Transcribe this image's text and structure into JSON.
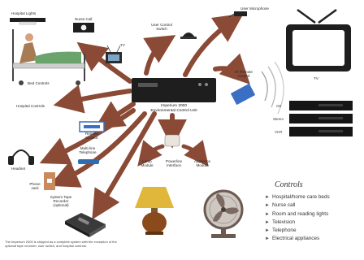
{
  "hub": {
    "title": "Imperium 2000",
    "subtitle": "Environmental Control Unit"
  },
  "labels": {
    "hospital_lights": "Hospital Lights",
    "nurse_call": "Nurse Call",
    "tv": "TV",
    "bed_controls": "Bed Controls",
    "hospital_controls": "Hospital Controls",
    "user_control_switch": "User Control Switch",
    "user_microphone": "User Microphone",
    "ir_remote": "IR Remote Control",
    "tv_large": "TV",
    "remote_monitor": "Remote Monitor",
    "headset": "Headset",
    "multiline_telephone": "Multi-line Telephone",
    "phone_jack": "Phone Jack",
    "system_tape_recorder": "System Tape Recorder (optional)",
    "lamp_module": "Lamp Module",
    "powerline_interface": "Powerline Interface",
    "appliance_module": "Appliance Module",
    "av_labels": [
      "CD",
      "Stereo",
      "VCR"
    ]
  },
  "controls": {
    "title": "Controls",
    "items": [
      "Hospital/home care beds",
      "Nurse call",
      "Room and reading lights",
      "Television",
      "Telephone",
      "Electrical appliances"
    ]
  },
  "footnote": "The Imperium 2000 is shipped as a complete system with the exception of the optional tape recorder, user switch, and hospital controls.",
  "colors": {
    "arrow": "#8a4a36",
    "hub": "#1e1e1e",
    "lamp_shade": "#e0b73a",
    "lamp_base": "#8a4a1c",
    "ir_remote": "#3a6fc4",
    "blanket": "#6aa46c"
  }
}
